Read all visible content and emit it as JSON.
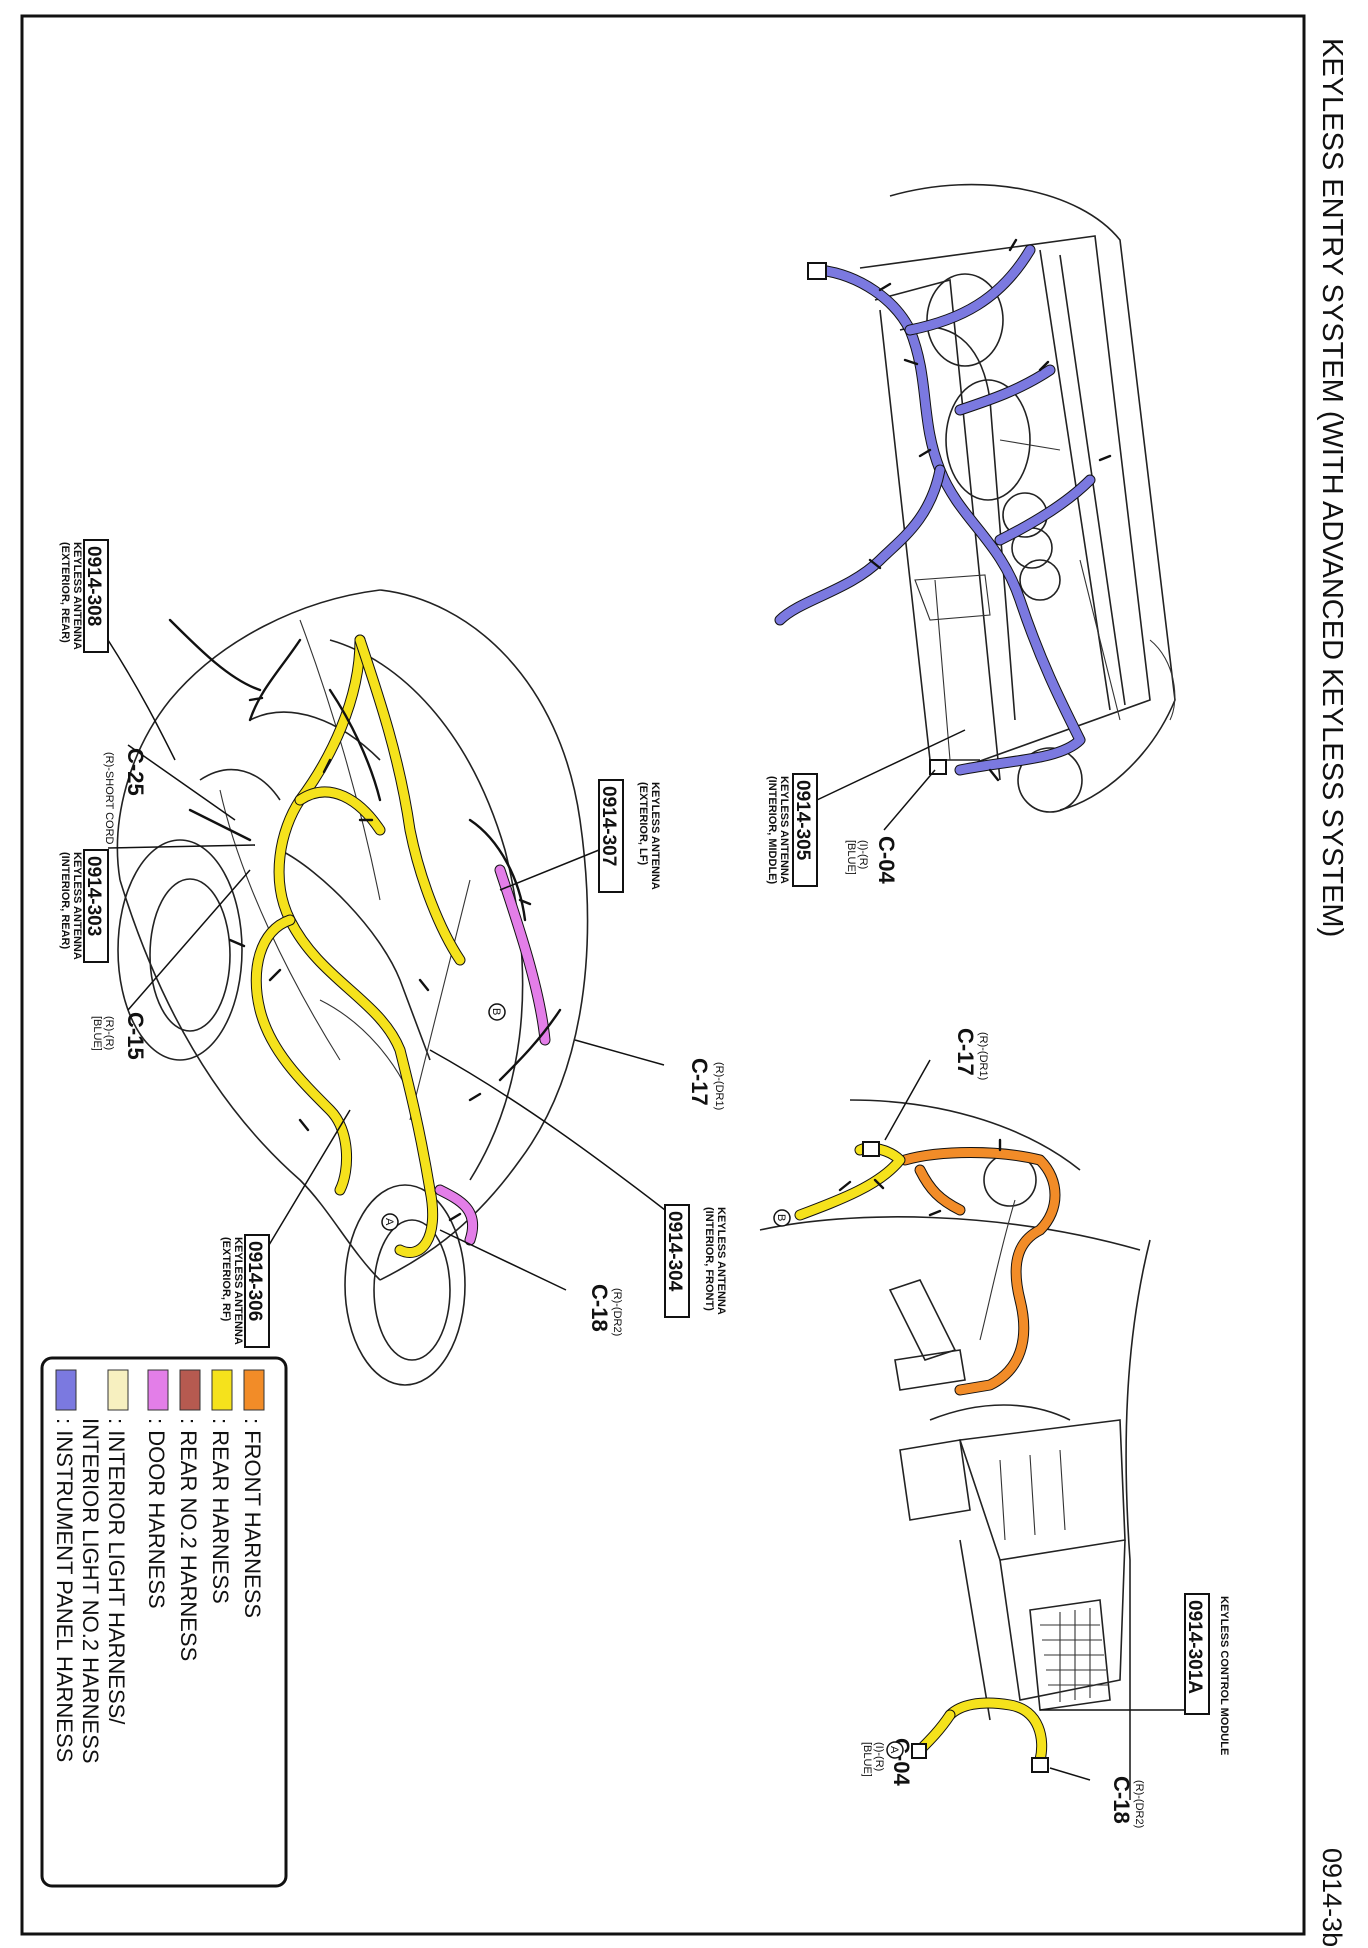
{
  "page": {
    "title": "KEYLESS ENTRY SYSTEM (WITH ADVANCED KEYLESS SYSTEM)",
    "page_code": "0914-3b"
  },
  "colors": {
    "front_harness": "#f28c28",
    "rear_harness": "#f5e21c",
    "rear_no2_harness": "#b65a50",
    "door_harness": "#e37ee8",
    "interior_light_harness": "#f7f0c0",
    "instrument_panel_harness": "#7b79e0"
  },
  "callouts": {
    "c301a": {
      "code": "0914-301A",
      "desc": "KEYLESS CONTROL MODULE"
    },
    "c305": {
      "code": "0914-305",
      "desc1": "KEYLESS ANTENNA",
      "desc2": "(INTERIOR, MIDDLE)"
    },
    "c307": {
      "code": "0914-307",
      "desc1": "KEYLESS ANTENNA",
      "desc2": "(EXTERIOR, LF)"
    },
    "c308": {
      "code": "0914-308",
      "desc1": "KEYLESS ANTENNA",
      "desc2": "(EXTERIOR, REAR)"
    },
    "c303": {
      "code": "0914-303",
      "desc1": "KEYLESS ANTENNA",
      "desc2": "(INTERIOR, REAR)"
    },
    "c304": {
      "code": "0914-304",
      "desc1": "KEYLESS ANTENNA",
      "desc2": "(INTERIOR, FRONT)"
    },
    "c306": {
      "code": "0914-306",
      "desc1": "KEYLESS ANTENNA",
      "desc2": "(EXTERIOR, RF)"
    }
  },
  "connectors": {
    "c04_top": {
      "code": "C-04",
      "sub1": "(I)-(R)",
      "sub2": "[BLUE]"
    },
    "c04_right": {
      "code": "C-04",
      "sub1": "(I)-(R)",
      "sub2": "[BLUE]"
    },
    "c17_mid": {
      "code": "C-17",
      "sub1": "(R)-(DR1)"
    },
    "c17_left": {
      "code": "C-17",
      "sub1": "(R)-(DR1)"
    },
    "c18_right": {
      "code": "C-18",
      "sub1": "(R)-(DR2)"
    },
    "c18_left": {
      "code": "C-18",
      "sub1": "(R)-(DR2)"
    },
    "c25": {
      "code": "C-25",
      "sub1": "(R)-SHORT CORD"
    },
    "c15": {
      "code": "C-15",
      "sub1": "(R)-(R)",
      "sub2": "[BLUE]"
    }
  },
  "markers": {
    "a": "A",
    "b": "B"
  },
  "legend": {
    "items": [
      {
        "label": ": FRONT HARNESS",
        "color": "#f28c28"
      },
      {
        "label": ": REAR HARNESS",
        "color": "#f5e21c"
      },
      {
        "label": ": REAR NO.2 HARNESS",
        "color": "#b65a50"
      },
      {
        "label": ": DOOR HARNESS",
        "color": "#e37ee8"
      },
      {
        "label": ": INTERIOR LIGHT HARNESS/",
        "label2": "  INTERIOR LIGHT NO.2 HARNESS",
        "color": "#f7f0c0"
      },
      {
        "label": ": INSTRUMENT PANEL HARNESS",
        "color": "#7b79e0"
      }
    ]
  }
}
